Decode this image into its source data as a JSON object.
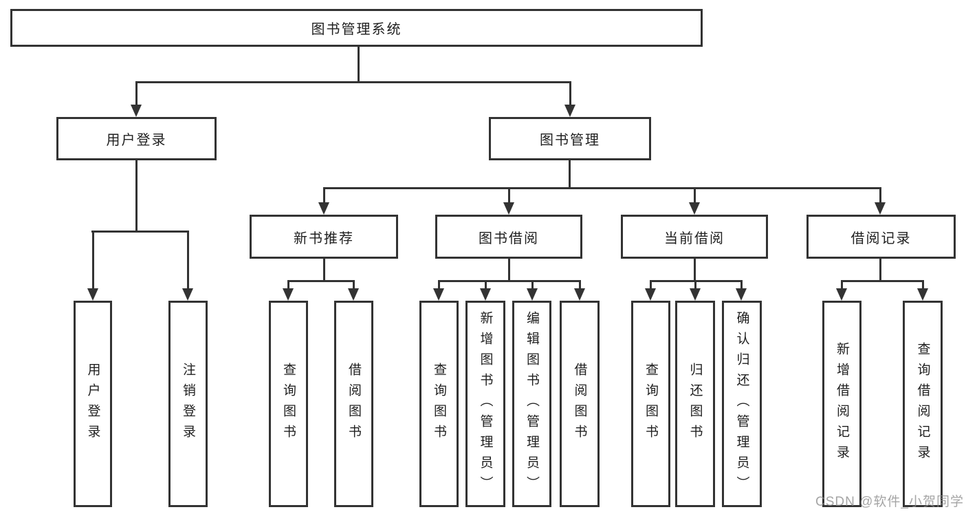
{
  "diagram": {
    "title": "图书管理系统",
    "level2": [
      {
        "label": "用户登录"
      },
      {
        "label": "图书管理"
      }
    ],
    "level3": [
      {
        "label": "新书推荐"
      },
      {
        "label": "图书借阅"
      },
      {
        "label": "当前借阅"
      },
      {
        "label": "借阅记录"
      }
    ],
    "leaves": [
      {
        "label": "用户登录"
      },
      {
        "label": "注销登录"
      },
      {
        "label": "查询图书"
      },
      {
        "label": "借阅图书"
      },
      {
        "label": "查询图书"
      },
      {
        "label": "新增图书（管理员）"
      },
      {
        "label": "编辑图书（管理员）"
      },
      {
        "label": "借阅图书"
      },
      {
        "label": "查询图书"
      },
      {
        "label": "归还图书"
      },
      {
        "label": "确认归还（管理员）"
      },
      {
        "label": "新增借阅记录"
      },
      {
        "label": "查询借阅记录"
      }
    ]
  },
  "watermark": "CSDN @软件_小贺同学",
  "colors": {
    "line": "#333333",
    "text": "#1f1f1f",
    "watermark": "#8c8c8c",
    "background": "#ffffff"
  }
}
